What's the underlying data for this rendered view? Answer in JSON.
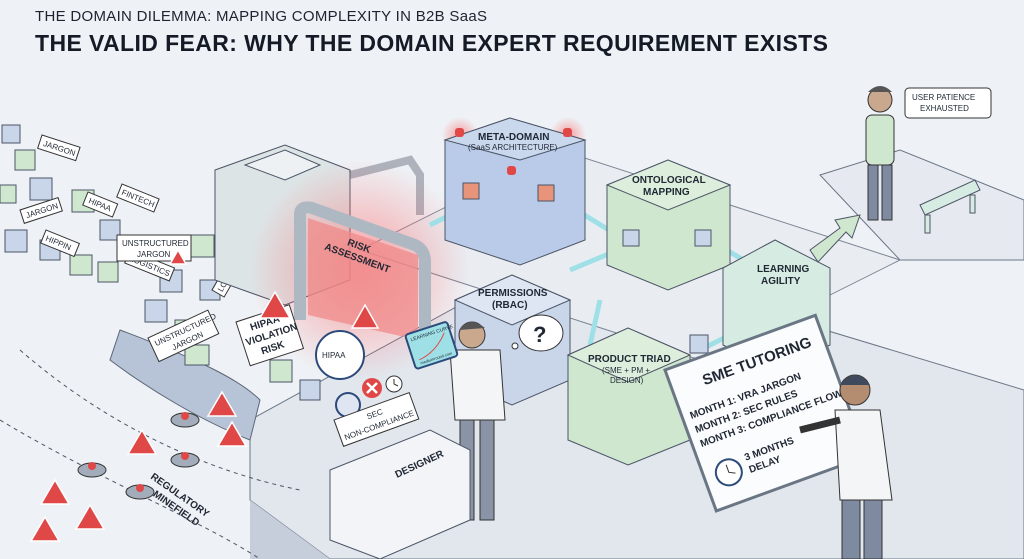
{
  "header": {
    "subtitle": "THE DOMAIN DILEMMA: MAPPING COMPLEXITY IN B2B SaaS",
    "title": "THE VALID FEAR: WHY THE DOMAIN EXPERT REQUIREMENT EXISTS"
  },
  "user_bubble": {
    "line1": "USER PATIENCE",
    "line2": "EXHAUSTED"
  },
  "jargon_tags": [
    "JARGON",
    "JARGON",
    "HIPAA",
    "FINTECH",
    "HIPPIN",
    "LOGISTICS",
    "LOGISTICS"
  ],
  "unstructured_tags": [
    {
      "line1": "UNSTRUCTURED",
      "line2": "JARGON"
    },
    {
      "line1": "UNSTRUCTURED",
      "line2": "JARGON"
    }
  ],
  "risk_gate": {
    "line1": "RISK",
    "line2": "ASSESSMENT"
  },
  "hipaa_violation": {
    "line1": "HIPAA",
    "line2": "VIOLATION",
    "line3": "RISK"
  },
  "hipaa_seal": "HIPAA",
  "sec_sign": {
    "line1": "SEC",
    "line2": "NON-COMPLIANCE"
  },
  "tablet": {
    "title": "LEARNING CURVE",
    "footer": "mediumround.com"
  },
  "designer_label": "DESIGNER",
  "minefield_label": {
    "line1": "REGULATORY",
    "line2": "MINEFIELD"
  },
  "blocks": {
    "meta_domain": {
      "line1": "META-DOMAIN",
      "line2": "(SaaS ARCHITECTURE)"
    },
    "ontological": {
      "line1": "ONTOLOGICAL",
      "line2": "MAPPING"
    },
    "permissions": {
      "line1": "PERMISSIONS",
      "line2": "(RBAC)"
    },
    "learning": {
      "line1": "LEARNING",
      "line2": "AGILITY"
    },
    "triad": {
      "line1": "PRODUCT TRIAD",
      "line2": "(SME + PM +",
      "line3": "DESIGN)"
    }
  },
  "thought_bubble": "?",
  "sme_board": {
    "title": "SME TUTORING",
    "items": [
      "MONTH 1: VRA JARGON",
      "MONTH 2: SEC RULES",
      "MONTH 3: COMPLIANCE FLOWS"
    ],
    "delay_line1": "3 MONTHS",
    "delay_line2": "DELAY"
  },
  "colors": {
    "alert": "#e04848",
    "green": "#cfe6cf",
    "blue": "#c9d6ea",
    "pipe": "#9fe0e6"
  }
}
